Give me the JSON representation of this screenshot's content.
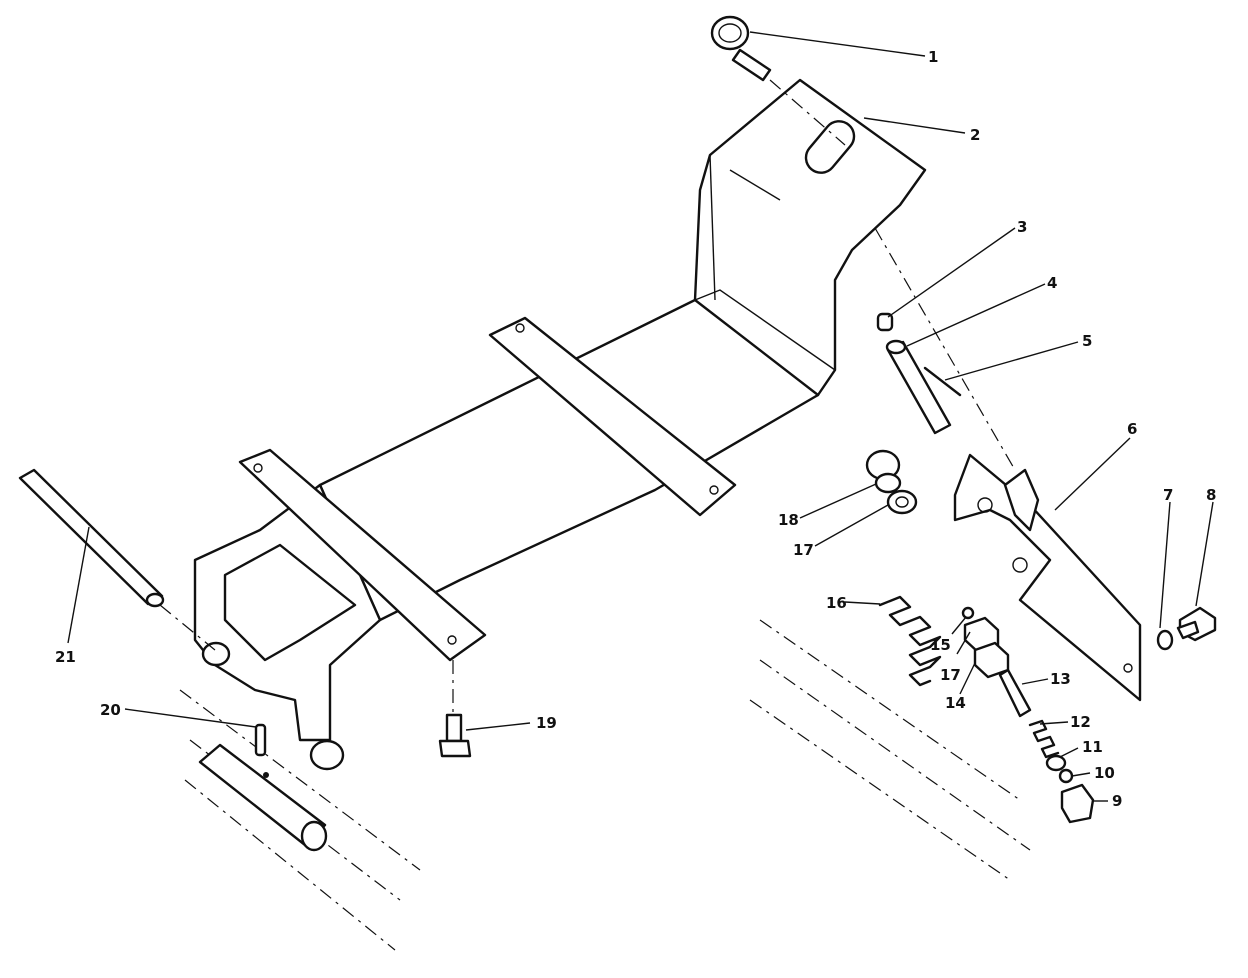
{
  "callouts": [
    "1",
    "2",
    "3",
    "4",
    "5",
    "6",
    "7",
    "8",
    "9",
    "10",
    "11",
    "12",
    "13",
    "14",
    "15",
    "16",
    "17",
    "17",
    "18",
    "19",
    "20",
    "21"
  ]
}
